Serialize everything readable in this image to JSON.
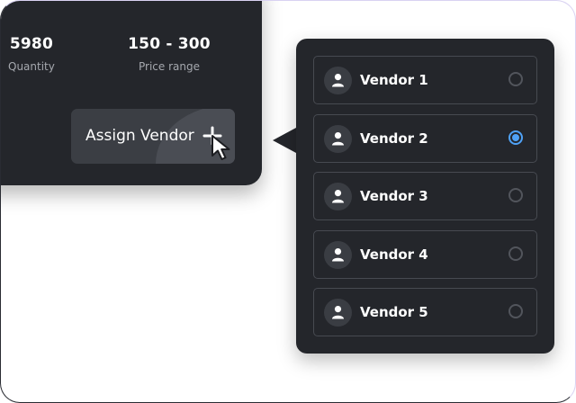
{
  "stats": {
    "quantity": {
      "value": "5980",
      "label": "Quantity"
    },
    "price": {
      "value": "150 - 300",
      "label": "Price range"
    }
  },
  "assign": {
    "label": "Assign Vendor",
    "icon": "plus-icon"
  },
  "vendors": [
    {
      "label": "Vendor 1",
      "selected": false
    },
    {
      "label": "Vendor 2",
      "selected": true
    },
    {
      "label": "Vendor 3",
      "selected": false
    },
    {
      "label": "Vendor 4",
      "selected": false
    },
    {
      "label": "Vendor 5",
      "selected": false
    }
  ],
  "colors": {
    "panel": "#24262b",
    "button": "#3b3e44",
    "accent": "#4fa2f7",
    "muted_text": "#a5a8ae"
  }
}
